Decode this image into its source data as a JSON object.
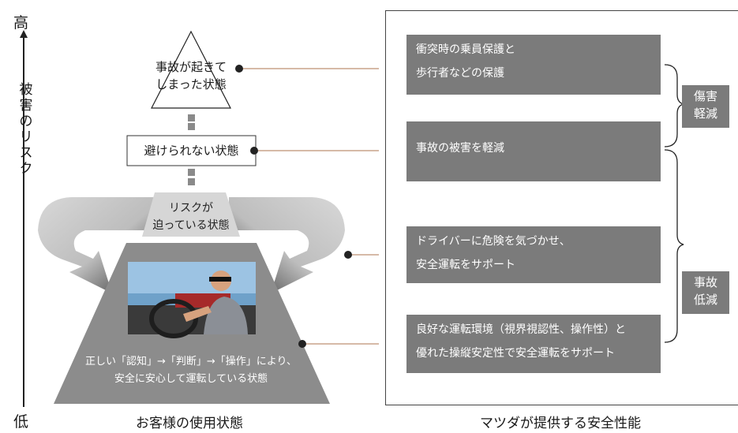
{
  "axis": {
    "high": "高",
    "low": "低",
    "label": "被害のリスク"
  },
  "left": {
    "accident_state": [
      "事故が起きて",
      "しまった状態"
    ],
    "unavoidable_state": "避けられない状態",
    "risk_state": [
      "リスクが",
      "迫っている状態"
    ],
    "normal_state": [
      "正しい「認知」→「判断」→「操作」により、",
      "安全に安心して運転している状態"
    ],
    "caption": "お客様の使用状態"
  },
  "right": {
    "features": [
      [
        "衝突時の乗員保護と",
        "歩行者などの保護"
      ],
      [
        "事故の被害を軽減"
      ],
      [
        "ドライバーに危険を気づかせ、",
        "安全運転をサポート"
      ],
      [
        "良好な運転環境（視界視認性、操作性）と",
        "優れた操縦安定性で安全運転をサポート"
      ]
    ],
    "categories": {
      "injury_reduction": [
        "傷害",
        "軽減"
      ],
      "accident_reduction": [
        "事故",
        "低減"
      ]
    },
    "caption": "マツダが提供する安全性能"
  },
  "colors": {
    "box_gray": "#7b7b7b",
    "trapezoid_gray": "#8c8c8c",
    "band_light": "#d6d6d6",
    "connector_line": "#c8a48a",
    "dot": "#222222"
  }
}
